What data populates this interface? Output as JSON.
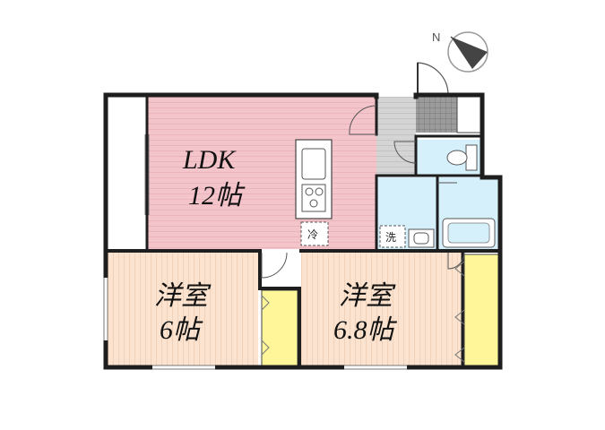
{
  "compass": {
    "north_label": "N"
  },
  "rooms": {
    "ldk": {
      "name": "LDK",
      "size": "12帖"
    },
    "western_left": {
      "name": "洋室",
      "size": "6帖"
    },
    "western_right": {
      "name": "洋室",
      "size": "6.8帖"
    }
  },
  "fixtures": {
    "fridge_label": "冷",
    "washer_label": "洗"
  },
  "colors": {
    "ldk_floor": "#f4c4cb",
    "western_floor": "#fbe3cf",
    "closet": "#fff69a",
    "wet_area": "#d6f0fb",
    "genkan": "#cfcfcf",
    "wall": "#222222"
  }
}
